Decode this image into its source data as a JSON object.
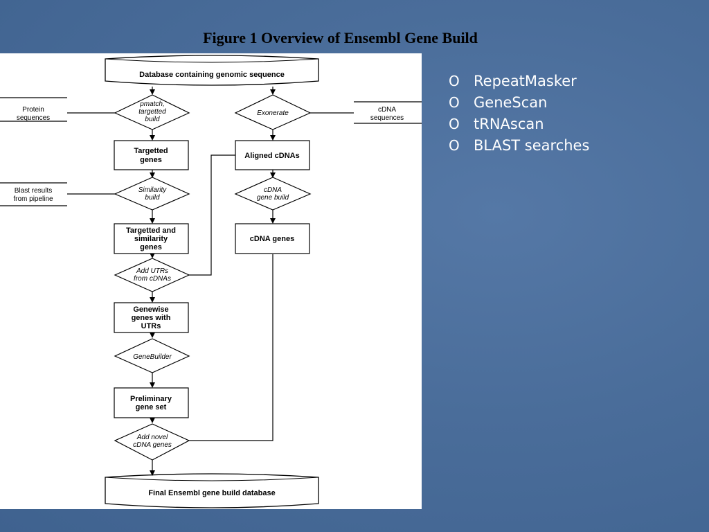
{
  "slide": {
    "title": "Figure 1 Overview of Ensembl Gene Build",
    "bullet_marker": "O",
    "bullets": [
      "RepeatMasker",
      "GeneScan",
      "tRNAscan",
      "BLAST searches"
    ]
  },
  "diagram": {
    "db_top": "Database containing genomic sequence",
    "db_bottom": "Final Ensembl gene build database",
    "inputs": {
      "protein": [
        "Protein",
        "sequences"
      ],
      "blast": [
        "Blast results",
        "from pipeline"
      ],
      "cdna": [
        "cDNA",
        "sequences"
      ]
    },
    "decisions": {
      "pmatch": [
        "pmatch,",
        "targetted",
        "build"
      ],
      "similarity": [
        "Similarity",
        "build"
      ],
      "add_utrs": [
        "Add UTRs",
        "from cDNAs"
      ],
      "genebuilder": [
        "GeneBuilder"
      ],
      "add_novel": [
        "Add novel",
        "cDNA genes"
      ],
      "exonerate": [
        "Exonerate"
      ],
      "cdna_build": [
        "cDNA",
        "gene build"
      ]
    },
    "boxes": {
      "targetted": [
        "Targetted",
        "genes"
      ],
      "targetted_similarity": [
        "Targetted and",
        "similarity",
        "genes"
      ],
      "genewise": [
        "Genewise",
        "genes with",
        "UTRs"
      ],
      "preliminary": [
        "Preliminary",
        "gene set"
      ],
      "aligned_cdnas": [
        "Aligned cDNAs"
      ],
      "cdna_genes": [
        "cDNA genes"
      ]
    }
  }
}
